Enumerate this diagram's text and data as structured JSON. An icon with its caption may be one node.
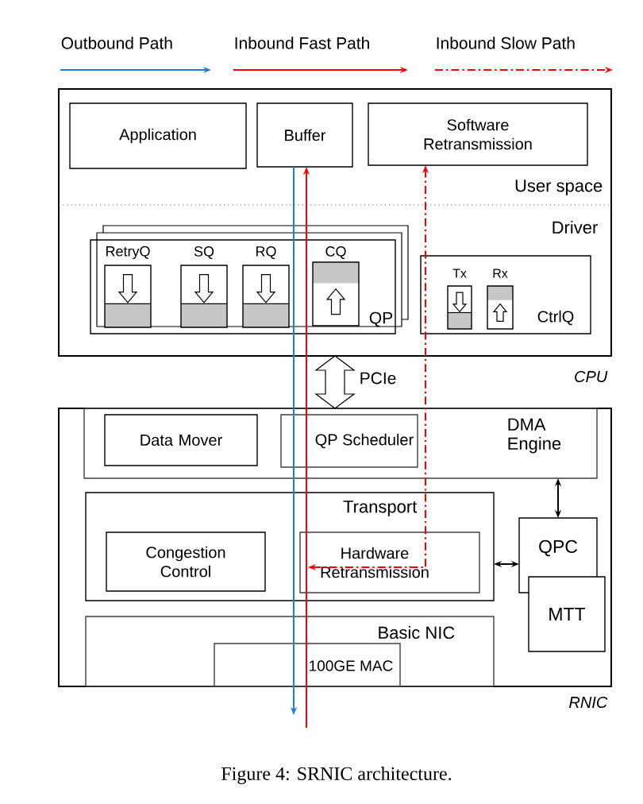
{
  "diagram": {
    "caption": "Figure 4: SRNIC architecture.",
    "nodes": [
      {
        "text": [
          "CPU"
        ]
      },
      {
        "text": [
          "Application"
        ],
        "in": 0
      },
      {
        "text": [
          "Buffer"
        ],
        "in": 0
      },
      {
        "text": [
          "Software Retransmission"
        ],
        "in": 0
      },
      {
        "text": [
          "QP"
        ],
        "in": 0
      },
      {
        "text": [
          "RetryQ"
        ],
        "in": 4
      },
      {
        "text": [
          "SQ"
        ],
        "in": 4
      },
      {
        "text": [
          "RQ"
        ],
        "in": 4
      },
      {
        "text": [
          "CQ"
        ],
        "in": 4
      },
      {
        "text": [
          "CtrlQ"
        ],
        "in": 0
      },
      {
        "text": [
          "Tx"
        ],
        "in": 9
      },
      {
        "text": [
          "Rx"
        ],
        "in": 9
      },
      {
        "text": [
          "RNIC"
        ]
      },
      {
        "text": [
          "DMA Engine"
        ],
        "in": 12
      },
      {
        "text": [
          "Data Mover"
        ],
        "in": 13
      },
      {
        "text": [
          "QP Scheduler"
        ],
        "in": 13
      },
      {
        "text": [
          "Transport"
        ],
        "in": 12
      },
      {
        "text": [
          "Congestion Control"
        ],
        "in": 16
      },
      {
        "text": [
          "Hardware Retransmission"
        ],
        "in": 16
      },
      {
        "text": [
          "QPC"
        ],
        "in": 12
      },
      {
        "text": [
          "MTT"
        ],
        "in": 12
      },
      {
        "text": [
          "Basic NIC"
        ],
        "in": 12
      },
      {
        "text": [
          "100GE MAC"
        ],
        "in": 21
      }
    ],
    "edges": [
      {
        "from": 0,
        "to": 12,
        "arrow": "both",
        "label": "PCIe"
      },
      {
        "from": 13,
        "to": 19,
        "arrow": "both"
      },
      {
        "from": 16,
        "to": 19,
        "arrow": "both"
      },
      {
        "from": 2,
        "to": null,
        "arrow": "to",
        "color": "#1f7fd0"
      },
      {
        "from": null,
        "to": 2,
        "arrow": "to",
        "color": "#ff0000"
      },
      {
        "from": 18,
        "to": 3,
        "arrow": "both",
        "style": "dashed",
        "color": "#ff0000"
      }
    ],
    "labels": [
      "User space",
      "Driver"
    ],
    "legend": [
      {
        "text": "Outbound Path"
      },
      {
        "text": "Inbound Fast Path"
      },
      {
        "text": "Inbound Slow Path"
      }
    ]
  }
}
